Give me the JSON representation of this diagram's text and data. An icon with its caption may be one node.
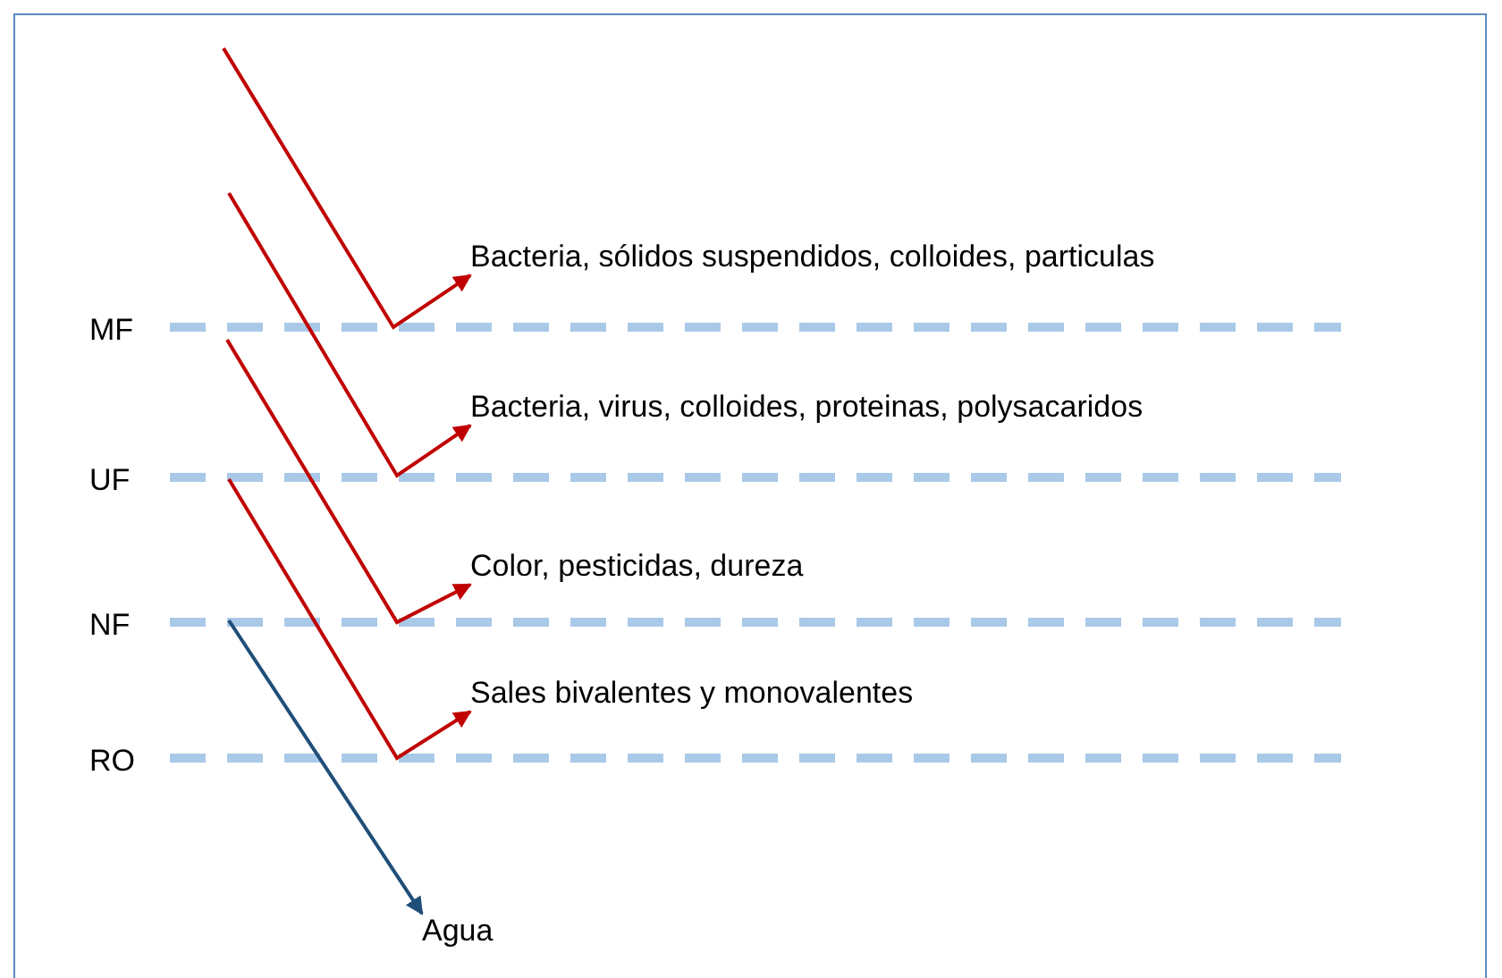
{
  "diagram": {
    "nodes": [
      {
        "text": [
          "Bacteria, sólidos suspendidos, colloides, particulas"
        ]
      },
      {
        "text": [
          "Bacteria, virus, colloides, proteinas, polysacaridos"
        ]
      },
      {
        "text": [
          "Color, pesticidas, dureza"
        ]
      },
      {
        "text": [
          "Sales bivalentes y monovalentes"
        ]
      },
      {
        "text": [
          "Agua"
        ]
      }
    ],
    "edges": [
      {
        "from": null,
        "to": 0,
        "arrow": "to"
      },
      {
        "from": null,
        "to": 1,
        "arrow": "to"
      },
      {
        "from": null,
        "to": 2,
        "arrow": "to"
      },
      {
        "from": null,
        "to": 3,
        "arrow": "to"
      },
      {
        "from": null,
        "to": 4,
        "arrow": "to",
        "color": "#1f4e79"
      }
    ],
    "labels": [
      "MF",
      "UF",
      "NF",
      "RO"
    ]
  }
}
